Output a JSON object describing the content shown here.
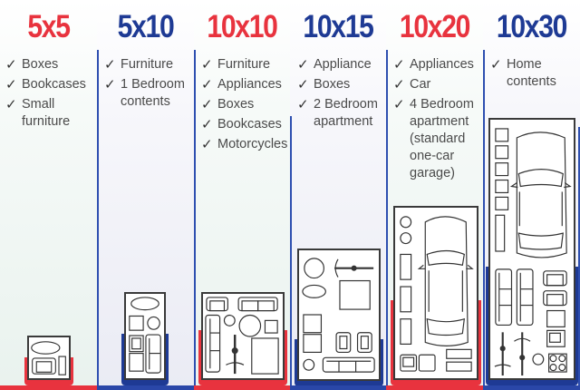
{
  "colors": {
    "red": "#e8333e",
    "blue": "#1e3a94",
    "divider": "#2e4fb0",
    "text": "#4a4a4a"
  },
  "units": [
    {
      "size": "5x5",
      "theme": "red",
      "features": [
        "Boxes",
        "Bookcases",
        "Small\nfurniture"
      ],
      "icon": "floorplan-5x5-icon"
    },
    {
      "size": "5x10",
      "theme": "blue",
      "features": [
        "Furniture",
        "1 Bedroom\ncontents"
      ],
      "icon": "floorplan-5x10-icon"
    },
    {
      "size": "10x10",
      "theme": "red",
      "features": [
        "Furniture",
        "Appliances",
        "Boxes",
        "Bookcases",
        "Motorcycles"
      ],
      "icon": "floorplan-10x10-icon"
    },
    {
      "size": "10x15",
      "theme": "blue",
      "features": [
        "Appliance",
        "Boxes",
        "2 Bedroom\napartment"
      ],
      "icon": "floorplan-10x15-icon"
    },
    {
      "size": "10x20",
      "theme": "red",
      "features": [
        "Appliances",
        "Car",
        "4 Bedroom\napartment\n(standard\none-car\ngarage)"
      ],
      "icon": "floorplan-10x20-icon"
    },
    {
      "size": "10x30",
      "theme": "blue",
      "features": [
        "Home\ncontents"
      ],
      "icon": "floorplan-10x30-icon"
    }
  ],
  "check_glyph": "✓"
}
